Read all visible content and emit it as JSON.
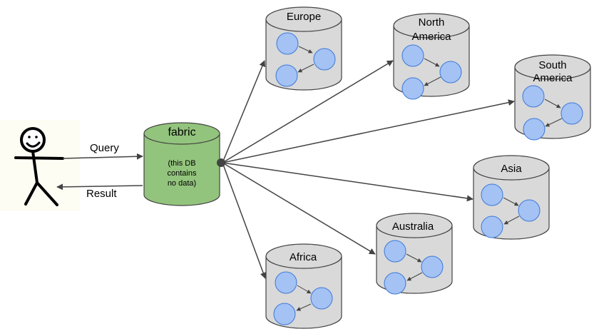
{
  "colors": {
    "stick_bg": "#fdfdf4",
    "fabric_fill": "#93c47d",
    "db_fill": "#d9d9d9",
    "node_fill": "#a4c2f4",
    "node_stroke": "#3c78d8",
    "line": "#434343"
  },
  "user": {
    "icon": "stick-figure-icon"
  },
  "arrows": {
    "query": "Query",
    "result": "Result"
  },
  "fabric": {
    "title": "fabric",
    "note": [
      "(this DB",
      "contains",
      "no data)"
    ]
  },
  "regions": [
    {
      "key": "europe",
      "label": [
        "Europe"
      ]
    },
    {
      "key": "north-america",
      "label": [
        "North",
        "America"
      ]
    },
    {
      "key": "south-america",
      "label": [
        "South",
        "America"
      ]
    },
    {
      "key": "asia",
      "label": [
        "Asia"
      ]
    },
    {
      "key": "australia",
      "label": [
        "Australia"
      ]
    },
    {
      "key": "africa",
      "label": [
        "Africa"
      ]
    }
  ]
}
